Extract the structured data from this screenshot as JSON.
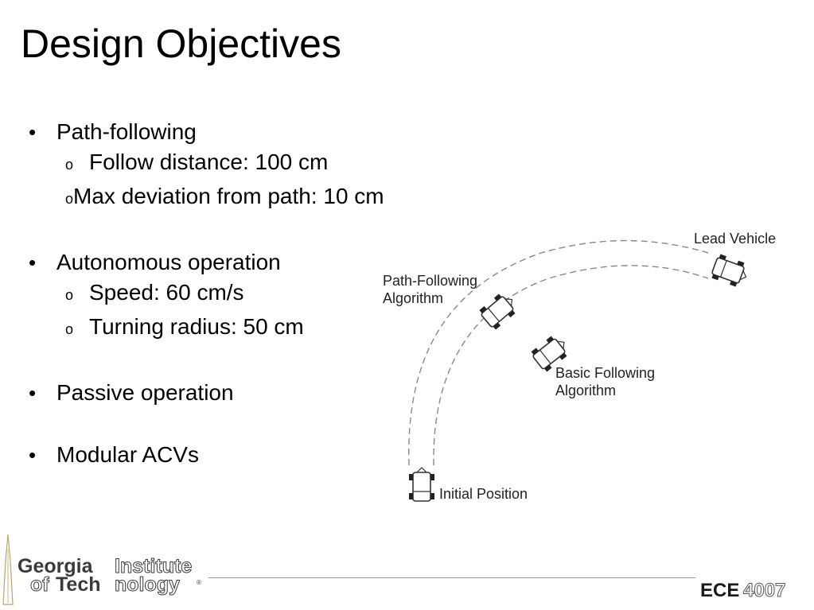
{
  "slide": {
    "title": "Design Objectives"
  },
  "bullets": [
    {
      "text": "Path-following",
      "sub": [
        "Follow distance: 100 cm",
        "Max deviation from path: 10 cm"
      ]
    },
    {
      "text": "Autonomous operation",
      "sub": [
        "Speed: 60 cm/s",
        "Turning radius: 50 cm"
      ]
    },
    {
      "text": "Passive operation",
      "sub": []
    },
    {
      "text": "Modular ACVs",
      "sub": []
    }
  ],
  "markers": {
    "bullet": "•",
    "sub_bullet": "o"
  },
  "diagram": {
    "labels": {
      "lead_vehicle": "Lead Vehicle",
      "path_following_1": "Path-Following",
      "path_following_2": "Algorithm",
      "basic_following_1": "Basic Following",
      "basic_following_2": "Algorithm",
      "initial_position": "Initial Position"
    }
  },
  "footer": {
    "gt_word1": "Georgia",
    "gt_word2": "Institute",
    "gt_word3": "of",
    "gt_word4": "Tech",
    "gt_word5": "nology",
    "gt_reg": "®",
    "ece_word": "ECE",
    "ece_num": "4007"
  },
  "colors": {
    "text": "#000000",
    "diagram_line": "#888888",
    "footer_gray": "#9a9a9a",
    "logo_dark": "#3a3a3a"
  }
}
